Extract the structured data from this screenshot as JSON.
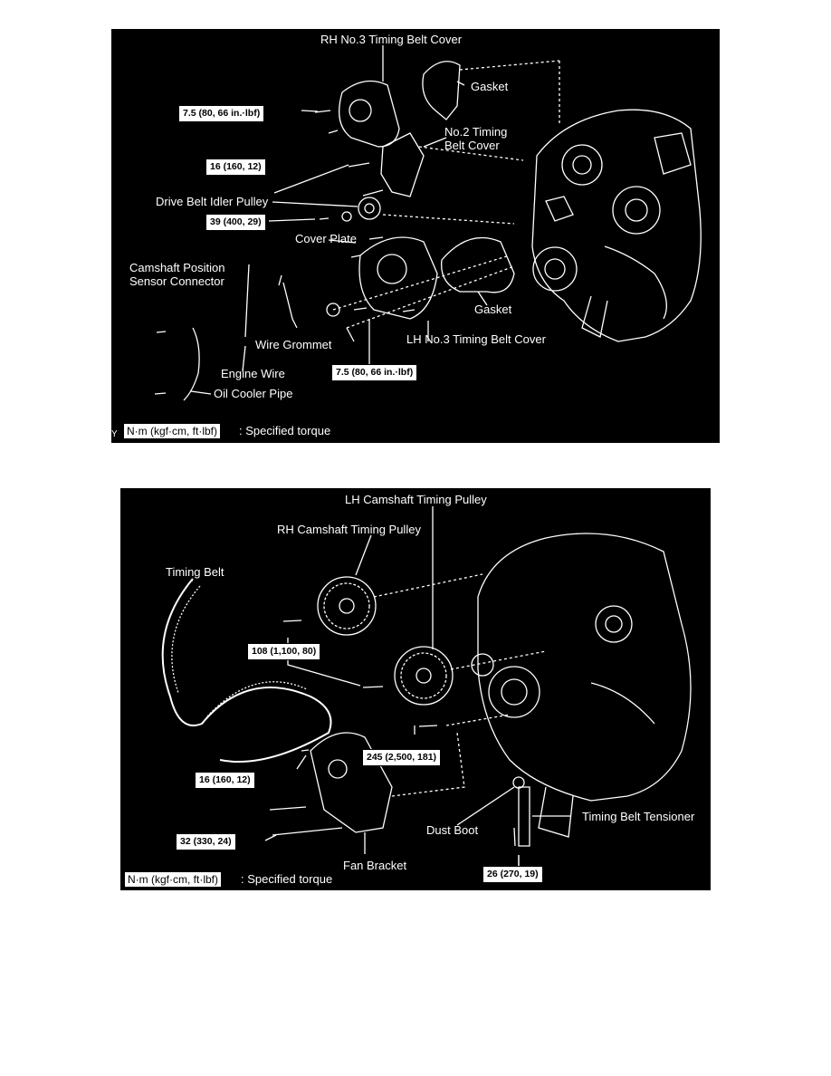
{
  "colors": {
    "background": "#000000",
    "linework": "#ffffff",
    "torque_box": "#ffffff"
  },
  "diagram_top": {
    "corner_mark": "Y",
    "labels": {
      "rh_no3_cover": "RH No.3 Timing Belt Cover",
      "gasket_upper": "Gasket",
      "no2_cover_line1": "No.2 Timing",
      "no2_cover_line2": "Belt Cover",
      "idler_pulley": "Drive Belt Idler Pulley",
      "cover_plate": "Cover Plate",
      "cam_sensor_line1": "Camshaft Position",
      "cam_sensor_line2": "Sensor Connector",
      "gasket_lower": "Gasket",
      "lh_no3_cover": "LH No.3 Timing Belt Cover",
      "wire_grommet": "Wire Grommet",
      "engine_wire": "Engine Wire",
      "oil_cooler_pipe": "Oil Cooler Pipe"
    },
    "torques": {
      "t1": "7.5 (80, 66 in.·lbf)",
      "t2": "16 (160, 12)",
      "t3": "39 (400, 29)",
      "t4": "7.5 (80, 66 in.·lbf)"
    },
    "legend": {
      "box": "N·m (kgf·cm, ft·lbf)",
      "text": ": Specified torque"
    }
  },
  "diagram_bottom": {
    "labels": {
      "lh_cam_pulley": "LH Camshaft Timing Pulley",
      "rh_cam_pulley": "RH Camshaft Timing Pulley",
      "timing_belt": "Timing Belt",
      "dust_boot": "Dust Boot",
      "tensioner": "Timing Belt Tensioner",
      "fan_bracket": "Fan Bracket"
    },
    "torques": {
      "t1": "108 (1,100, 80)",
      "t2": "245 (2,500, 181)",
      "t3": "16 (160, 12)",
      "t4": "32 (330, 24)",
      "t5": "26 (270, 19)"
    },
    "legend": {
      "box": "N·m (kgf·cm, ft·lbf)",
      "text": ": Specified torque"
    }
  }
}
